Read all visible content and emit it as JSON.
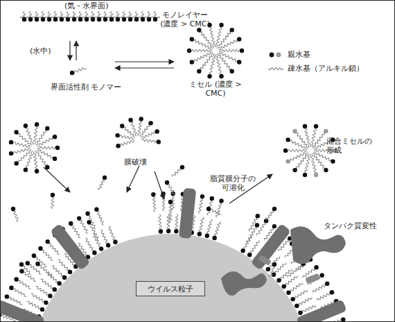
{
  "diagram": {
    "nodes": [
      {
        "text": [
          "ウイルス粒子"
        ]
      }
    ],
    "labels": [
      "(気－水界面)",
      "モノレイヤー (濃度 > CMC)",
      "(水中)",
      "界面活性剤 モノマー",
      "ミセル (濃度 > CMC)",
      "膜破壊",
      "脂質膜分子の 可溶化",
      "混合ミセルの 形成",
      "タンパク質変性"
    ],
    "legend": [
      {
        "text": "親水基"
      },
      {
        "text": "疎水基（アルキル鎖）"
      }
    ]
  }
}
